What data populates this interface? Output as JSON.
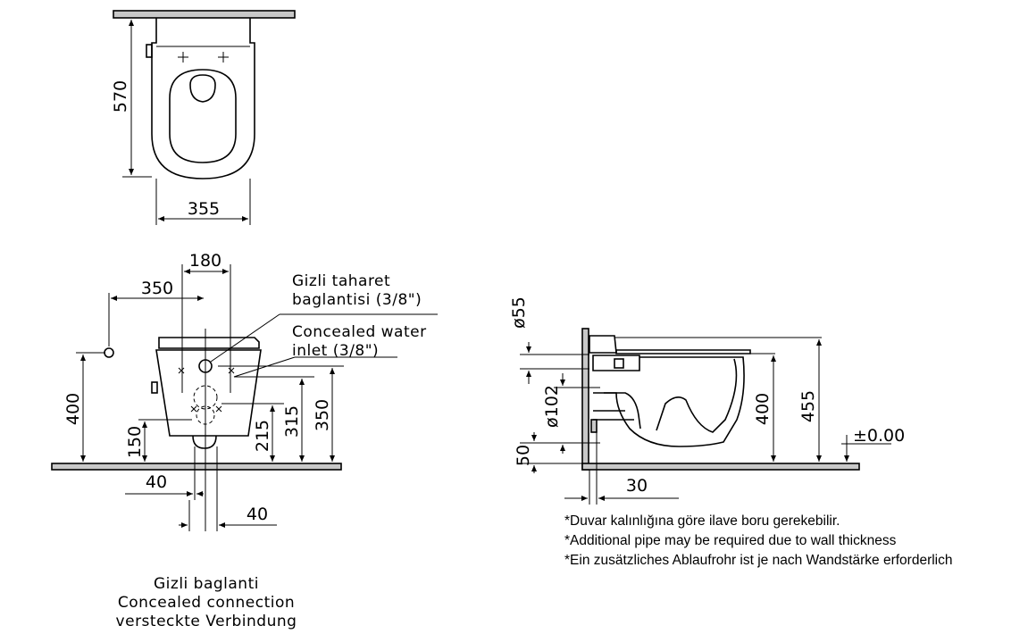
{
  "top_view": {
    "depth": "570",
    "width": "355"
  },
  "front_view": {
    "dim_180": "180",
    "dim_350_horizontal": "350",
    "dim_400": "400",
    "dim_150": "150",
    "dim_215": "215",
    "dim_315": "315",
    "dim_350_vertical": "350",
    "dim_40_left": "40",
    "dim_40_right": "40",
    "water_label_tr_line1": "Gizli taharet",
    "water_label_tr_line2": "baglantisi (3/8\")",
    "water_label_en_line1": "Concealed water",
    "water_label_en_line2": "inlet (3/8\")",
    "caption_tr": "Gizli baglanti",
    "caption_en": "Concealed connection",
    "caption_de": "versteckte Verbindung"
  },
  "side_view": {
    "dim_d55": "ø55",
    "dim_d102": "ø102",
    "dim_50": "50",
    "dim_30": "30",
    "dim_400": "400",
    "dim_455": "455",
    "dim_zero": "±0.00"
  },
  "notes": [
    "*Duvar kalınlığına göre ilave boru gerekebilir.",
    "*Additional pipe may be required due to wall thickness",
    "*Ein zusätzliches Ablaufrohr ist je nach Wandstärke erforderlich"
  ]
}
